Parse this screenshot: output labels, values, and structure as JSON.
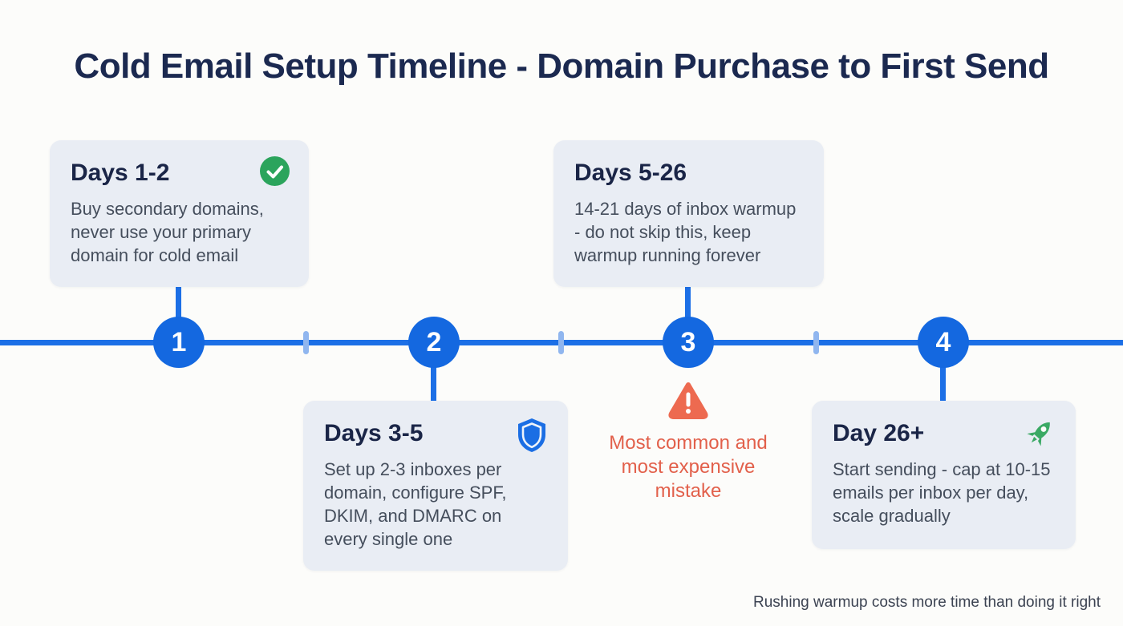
{
  "page": {
    "title": "Cold Email Setup Timeline - Domain Purchase to First Send",
    "footer_note": "Rushing warmup costs more time than doing it right"
  },
  "timeline": {
    "milestones": [
      {
        "number": "1",
        "label": "Days 1-2",
        "description": "Buy secondary domains, never use your primary domain for cold email",
        "icon": "check-circle-icon",
        "card_position": "above-line"
      },
      {
        "number": "2",
        "label": "Days 3-5",
        "description": "Set up 2-3 inboxes per domain, configure SPF, DKIM, and DMARC on every single one",
        "icon": "shield-icon",
        "card_position": "below-line"
      },
      {
        "number": "3",
        "label": "Days 5-26",
        "description": "14-21 days of inbox warmup - do not skip this, keep warmup running forever",
        "icon": "none",
        "card_position": "above-line"
      },
      {
        "number": "4",
        "label": "Day 26+",
        "description": "Start sending - cap at 10-15 emails per inbox per day, scale gradually",
        "icon": "rocket-icon",
        "card_position": "below-line"
      }
    ],
    "warning": {
      "icon": "warning-triangle-icon",
      "line1": "Most common and",
      "line2": "most expensive mistake"
    }
  },
  "colors": {
    "background": "#fcfcfa",
    "timeline_blue": "#1c6fe6",
    "node_blue": "#1468e0",
    "tick_light_blue": "#90b6ef",
    "card_background": "#e9edf4",
    "heading_navy": "#1a2547",
    "body_gray": "#454e5c",
    "title_navy": "#1b2950",
    "success_green": "#2ba45c",
    "rocket_green": "#3aa964",
    "warning_orange": "#ed6a50",
    "warning_text": "#e2604b"
  }
}
